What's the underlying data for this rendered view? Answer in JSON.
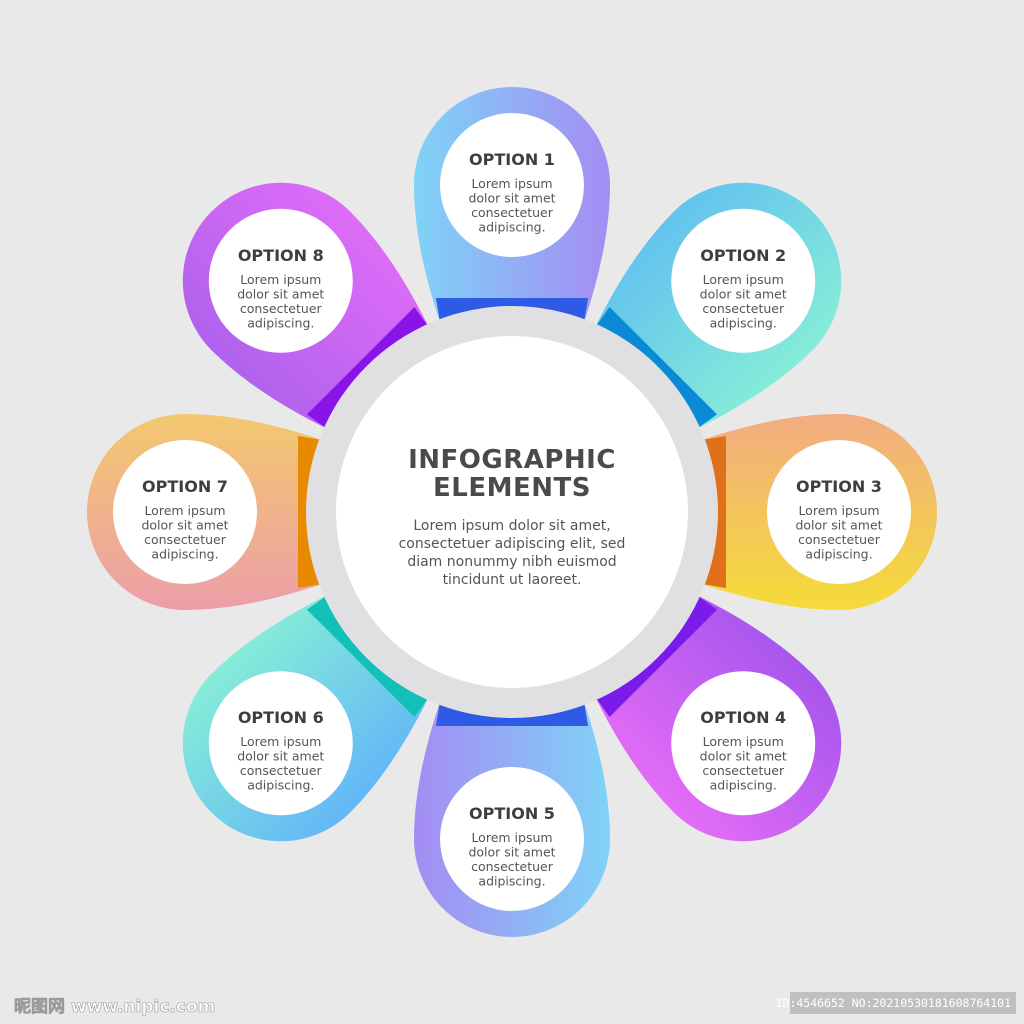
{
  "center": {
    "title_lines": [
      "INFOGRAPHIC",
      "ELEMENTS"
    ],
    "body_lines": [
      "Lorem ipsum dolor sit amet,",
      "consectetuer adipiscing elit, sed",
      "diam nonummy nibh euismod",
      "tincidunt ut laoreet."
    ]
  },
  "options": [
    {
      "title": "OPTION 1",
      "body_lines": [
        "Lorem ipsum",
        "dolor sit amet",
        "consectetuer",
        "adipiscing."
      ],
      "colors": [
        "#7fd3f7",
        "#a48cf3"
      ],
      "band": "#2f5ae6"
    },
    {
      "title": "OPTION 2",
      "body_lines": [
        "Lorem ipsum",
        "dolor sit amet",
        "consectetuer",
        "adipiscing."
      ],
      "colors": [
        "#63c3ee",
        "#86ecd8"
      ],
      "band": "#0b8bd6"
    },
    {
      "title": "OPTION 3",
      "body_lines": [
        "Lorem ipsum",
        "dolor sit amet",
        "consectetuer",
        "adipiscing."
      ],
      "colors": [
        "#f2ac82",
        "#f5dc38"
      ],
      "band": "#e0701a"
    },
    {
      "title": "OPTION 4",
      "body_lines": [
        "Lorem ipsum",
        "dolor sit amet",
        "consectetuer",
        "adipiscing."
      ],
      "colors": [
        "#a856ee",
        "#e26cf5"
      ],
      "band": "#7a1bea"
    },
    {
      "title": "OPTION 5",
      "body_lines": [
        "Lorem ipsum",
        "dolor sit amet",
        "consectetuer",
        "adipiscing."
      ],
      "colors": [
        "#7fd3f7",
        "#a48cf3"
      ],
      "band": "#2f5ae6"
    },
    {
      "title": "OPTION 6",
      "body_lines": [
        "Lorem ipsum",
        "dolor sit amet",
        "consectetuer",
        "adipiscing."
      ],
      "colors": [
        "#63b8f6",
        "#86ecd8"
      ],
      "band": "#13c0b8"
    },
    {
      "title": "OPTION 7",
      "body_lines": [
        "Lorem ipsum",
        "dolor sit amet",
        "consectetuer",
        "adipiscing."
      ],
      "colors": [
        "#ec9ea8",
        "#f3c86e"
      ],
      "band": "#e88a00"
    },
    {
      "title": "OPTION 8",
      "body_lines": [
        "Lorem ipsum",
        "dolor sit amet",
        "consectetuer",
        "adipiscing."
      ],
      "colors": [
        "#b062ee",
        "#dd6cf7"
      ],
      "band": "#8a14e8"
    }
  ],
  "watermark": {
    "left": "昵图网 www.nipic.com",
    "right": "ID:4546652 NO:20210530181608764101"
  },
  "colors": {
    "background": "#e9e9ea",
    "ring": "#e0e0e2",
    "disc": "#ffffff",
    "title_text": "#4a4a4a",
    "body_text": "#555555"
  }
}
